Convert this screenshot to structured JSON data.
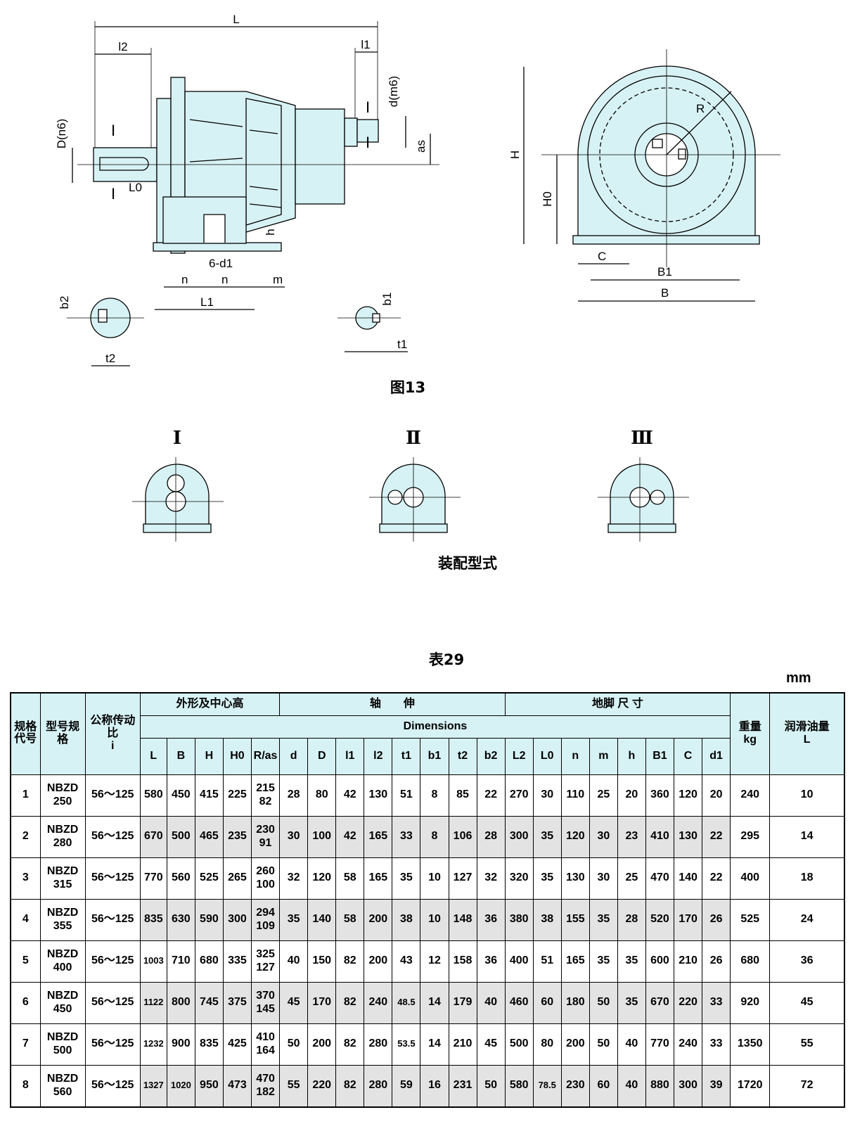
{
  "figure": {
    "caption": "图13",
    "side_labels": {
      "L": "L",
      "l2": "l2",
      "l1": "l1",
      "D": "D(n6)",
      "d": "d(m6)",
      "as": "as",
      "L0": "L0",
      "h": "h",
      "d1": "6-d1",
      "n": "n",
      "m": "m",
      "L1": "L1",
      "b2": "b2",
      "t2": "t2",
      "b1": "b1",
      "t1": "t1",
      "I": "I"
    },
    "front_labels": {
      "R": "R",
      "H": "H",
      "H0": "H0",
      "C": "C",
      "B1": "B1",
      "B": "B"
    }
  },
  "assembly": {
    "caption": "装配型式",
    "types": [
      "Ⅰ",
      "Ⅱ",
      "Ⅲ"
    ]
  },
  "table": {
    "title": "表29",
    "unit": "mm",
    "headers": {
      "spec_code": "规格代号",
      "model": "型号规格",
      "ratio": "公称传动比",
      "ratio_sym": "i",
      "group_outline": "外形及中心高",
      "group_shaft": "轴　　伸",
      "group_foot": "地脚 尺 寸",
      "dimensions": "Dimensions",
      "weight": "重量",
      "weight_unit": "kg",
      "oil": "润滑油量",
      "oil_unit": "L",
      "cols": [
        "L",
        "B",
        "H",
        "H0",
        "R/as",
        "d",
        "D",
        "l1",
        "l2",
        "t1",
        "b1",
        "t2",
        "b2",
        "L2",
        "L0",
        "n",
        "m",
        "h",
        "B1",
        "C",
        "d1"
      ]
    },
    "rows": [
      {
        "code": "1",
        "model": [
          "NBZD",
          "250"
        ],
        "ratio": "56～125",
        "vals": [
          "580",
          "450",
          "415",
          "225",
          [
            "215",
            "82"
          ],
          "28",
          "80",
          "42",
          "130",
          "51",
          "8",
          "85",
          "22",
          "270",
          "30",
          "110",
          "25",
          "20",
          "360",
          "120",
          "20"
        ],
        "weight": "240",
        "oil": "10"
      },
      {
        "code": "2",
        "model": [
          "NBZD",
          "280"
        ],
        "ratio": "56～125",
        "vals": [
          "670",
          "500",
          "465",
          "235",
          [
            "230",
            "91"
          ],
          "30",
          "100",
          "42",
          "165",
          "33",
          "8",
          "106",
          "28",
          "300",
          "35",
          "120",
          "30",
          "23",
          "410",
          "130",
          "22"
        ],
        "weight": "295",
        "oil": "14"
      },
      {
        "code": "3",
        "model": [
          "NBZD",
          "315"
        ],
        "ratio": "56～125",
        "vals": [
          "770",
          "560",
          "525",
          "265",
          [
            "260",
            "100"
          ],
          "32",
          "120",
          "58",
          "165",
          "35",
          "10",
          "127",
          "32",
          "320",
          "35",
          "130",
          "30",
          "25",
          "470",
          "140",
          "22"
        ],
        "weight": "400",
        "oil": "18"
      },
      {
        "code": "4",
        "model": [
          "NBZD",
          "355"
        ],
        "ratio": "56～125",
        "vals": [
          "835",
          "630",
          "590",
          "300",
          [
            "294",
            "109"
          ],
          "35",
          "140",
          "58",
          "200",
          "38",
          "10",
          "148",
          "36",
          "380",
          "38",
          "155",
          "35",
          "28",
          "520",
          "170",
          "26"
        ],
        "weight": "525",
        "oil": "24"
      },
      {
        "code": "5",
        "model": [
          "NBZD",
          "400"
        ],
        "ratio": "56～125",
        "vals": [
          "1003",
          "710",
          "680",
          "335",
          [
            "325",
            "127"
          ],
          "40",
          "150",
          "82",
          "200",
          "43",
          "12",
          "158",
          "36",
          "400",
          "51",
          "165",
          "35",
          "35",
          "600",
          "210",
          "26"
        ],
        "weight": "680",
        "oil": "36"
      },
      {
        "code": "6",
        "model": [
          "NBZD",
          "450"
        ],
        "ratio": "56～125",
        "vals": [
          "1122",
          "800",
          "745",
          "375",
          [
            "370",
            "145"
          ],
          "45",
          "170",
          "82",
          "240",
          "48.5",
          "14",
          "179",
          "40",
          "460",
          "60",
          "180",
          "50",
          "35",
          "670",
          "220",
          "33"
        ],
        "weight": "920",
        "oil": "45"
      },
      {
        "code": "7",
        "model": [
          "NBZD",
          "500"
        ],
        "ratio": "56～125",
        "vals": [
          "1232",
          "900",
          "835",
          "425",
          [
            "410",
            "164"
          ],
          "50",
          "200",
          "82",
          "280",
          "53.5",
          "14",
          "210",
          "45",
          "500",
          "80",
          "200",
          "50",
          "40",
          "770",
          "240",
          "33"
        ],
        "weight": "1350",
        "oil": "55"
      },
      {
        "code": "8",
        "model": [
          "NBZD",
          "560"
        ],
        "ratio": "56～125",
        "vals": [
          "1327",
          "1020",
          "950",
          "473",
          [
            "470",
            "182"
          ],
          "55",
          "220",
          "82",
          "280",
          "59",
          "16",
          "231",
          "50",
          "580",
          "78.5",
          "230",
          "60",
          "40",
          "880",
          "300",
          "39"
        ],
        "weight": "1720",
        "oil": "72"
      }
    ]
  },
  "colors": {
    "fill": "#d7f2f4",
    "line": "#000000",
    "alt_row": "#e3e3e3"
  }
}
